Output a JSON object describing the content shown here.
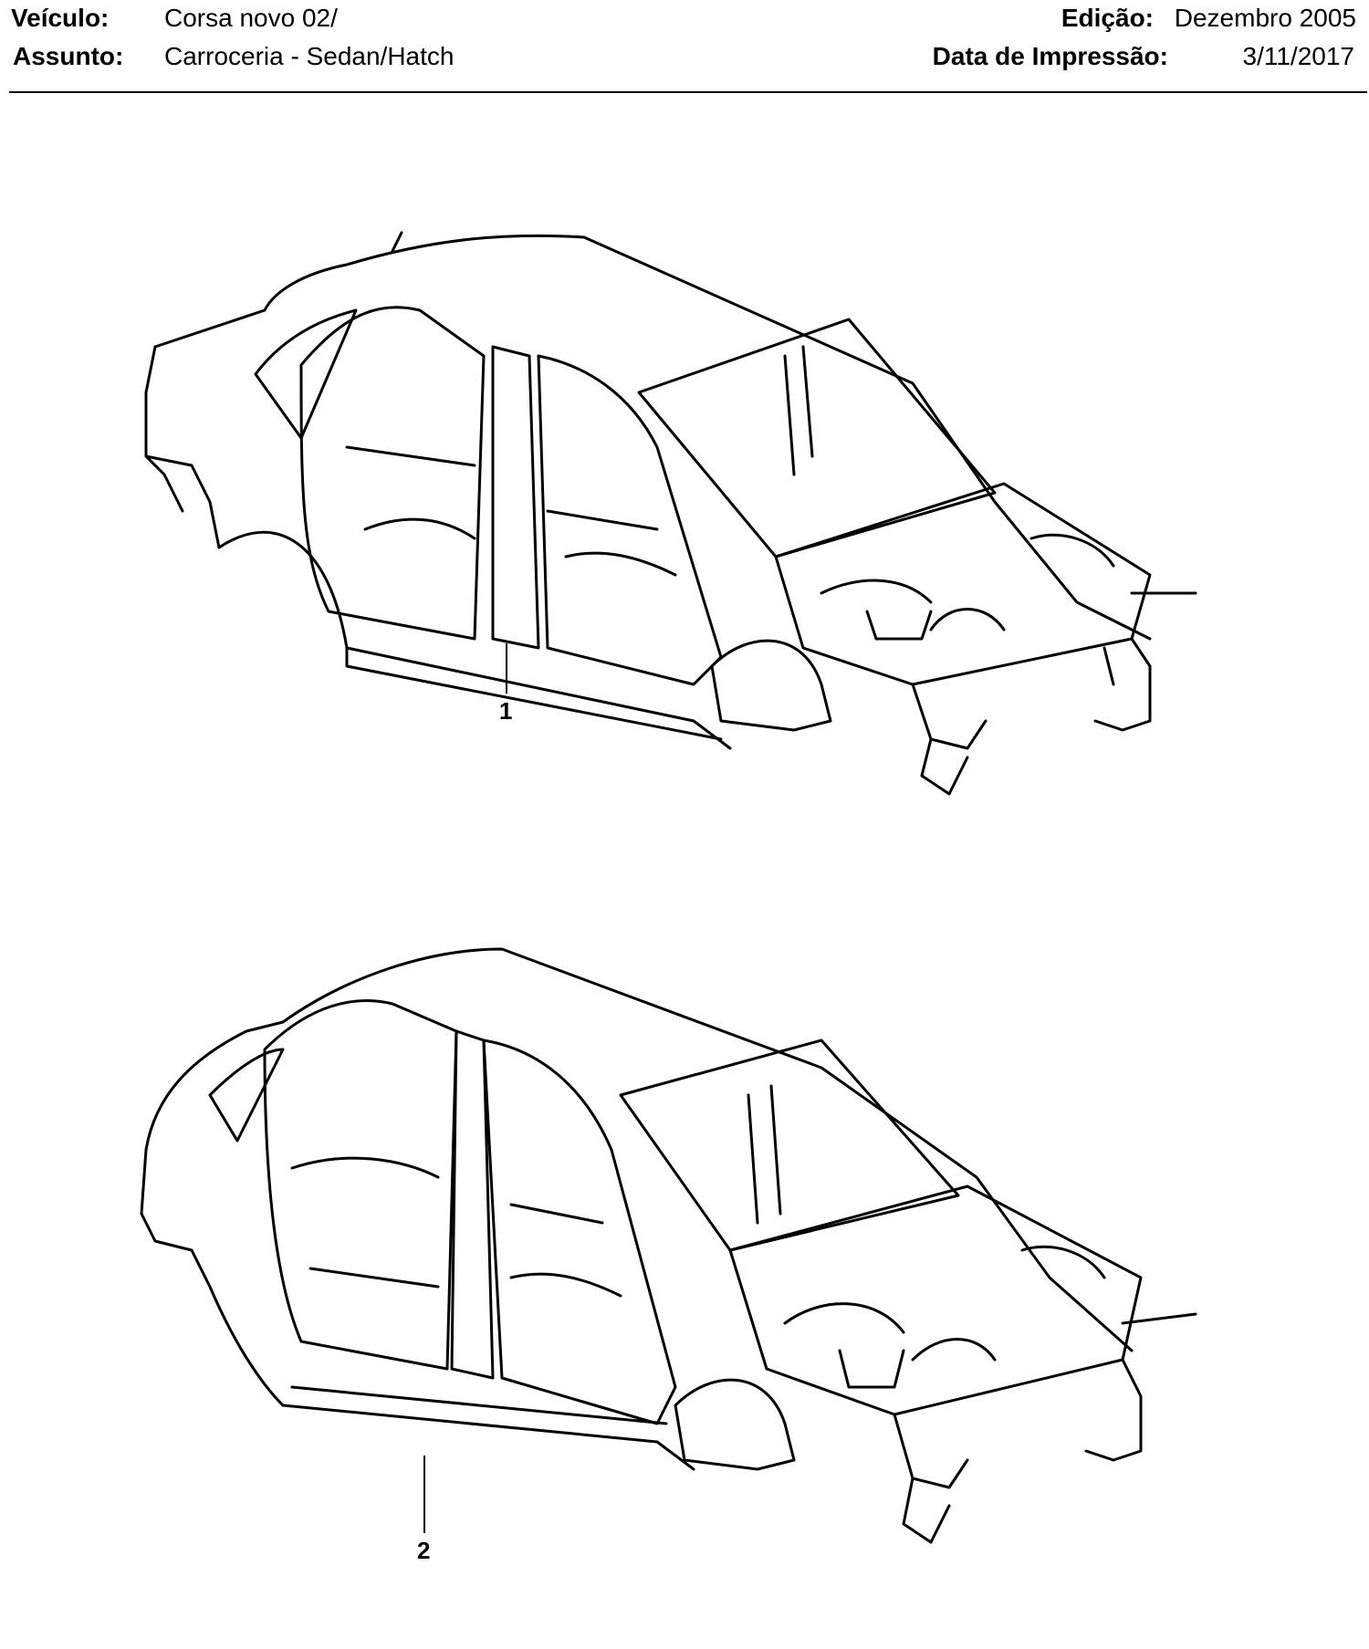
{
  "header": {
    "vehicle_label": "Veículo:",
    "vehicle_value": "Corsa novo 02/",
    "subject_label": "Assunto:",
    "subject_value": "Carroceria - Sedan/Hatch",
    "edition_label": "Edição:",
    "edition_value": "Dezembro 2005",
    "print_date_label": "Data de Impressão:",
    "print_date_value": "3/11/2017"
  },
  "figures": [
    {
      "callout": "1"
    },
    {
      "callout": "2"
    }
  ]
}
